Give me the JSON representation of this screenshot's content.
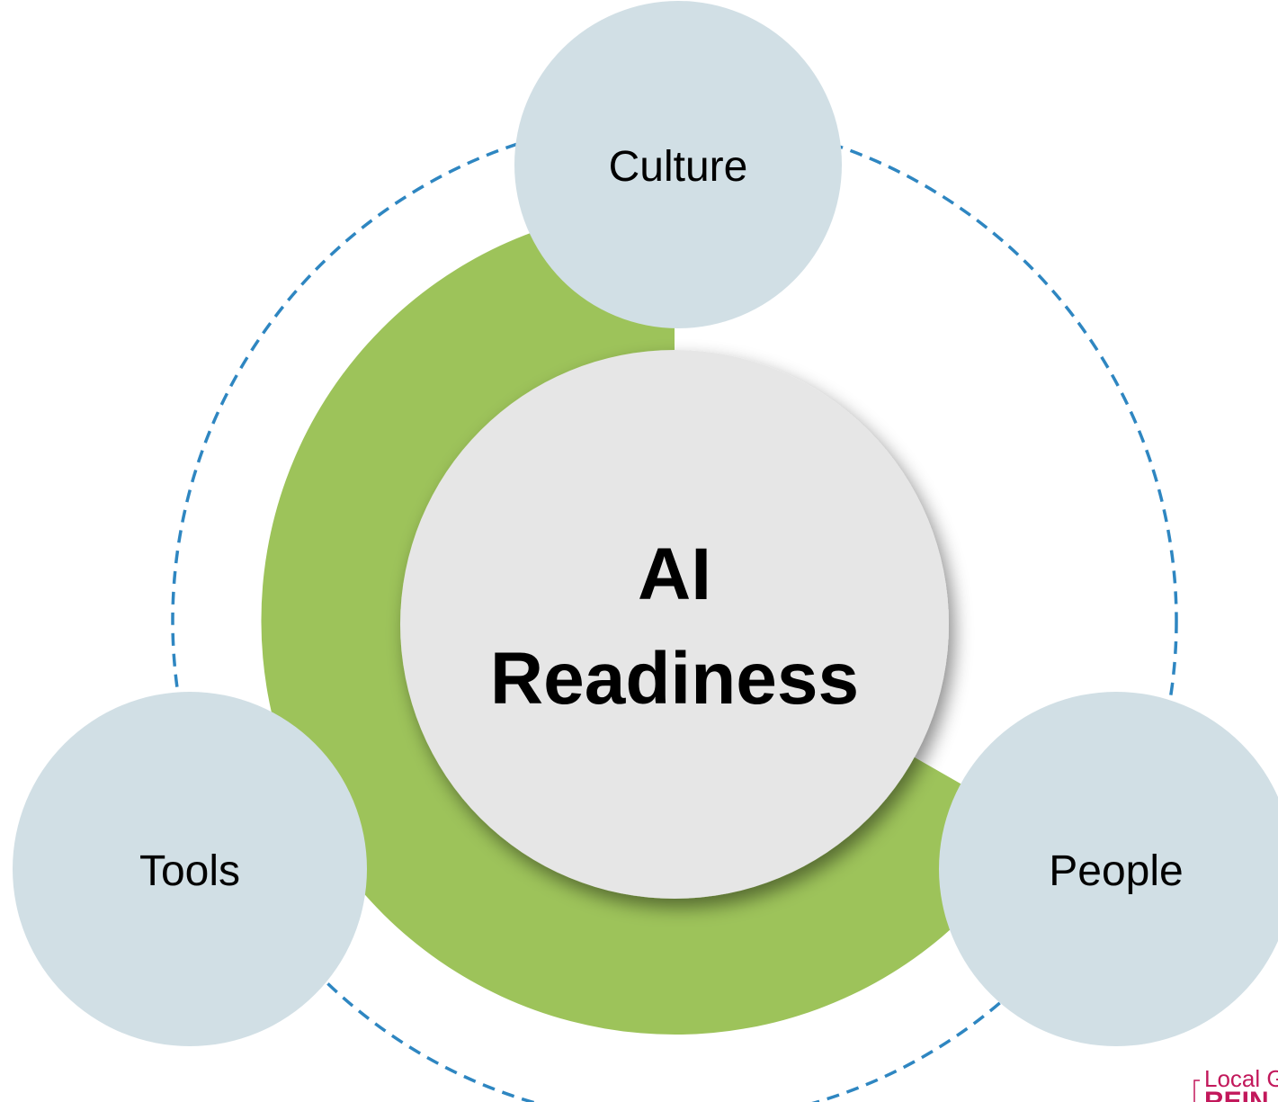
{
  "center": {
    "line1": "AI",
    "line2": "Readiness"
  },
  "nodes": [
    {
      "id": "culture",
      "label": "Culture"
    },
    {
      "id": "tools",
      "label": "Tools"
    },
    {
      "id": "people",
      "label": "People"
    }
  ],
  "brand": {
    "line1": "Local G",
    "line2": "REIN"
  },
  "colors": {
    "ring": "#9dc35a",
    "node_fill": "#d1dfe5",
    "center_fill": "#e6e6e6",
    "dashed_circle": "#2e86c1",
    "brand": "#c2185b"
  }
}
